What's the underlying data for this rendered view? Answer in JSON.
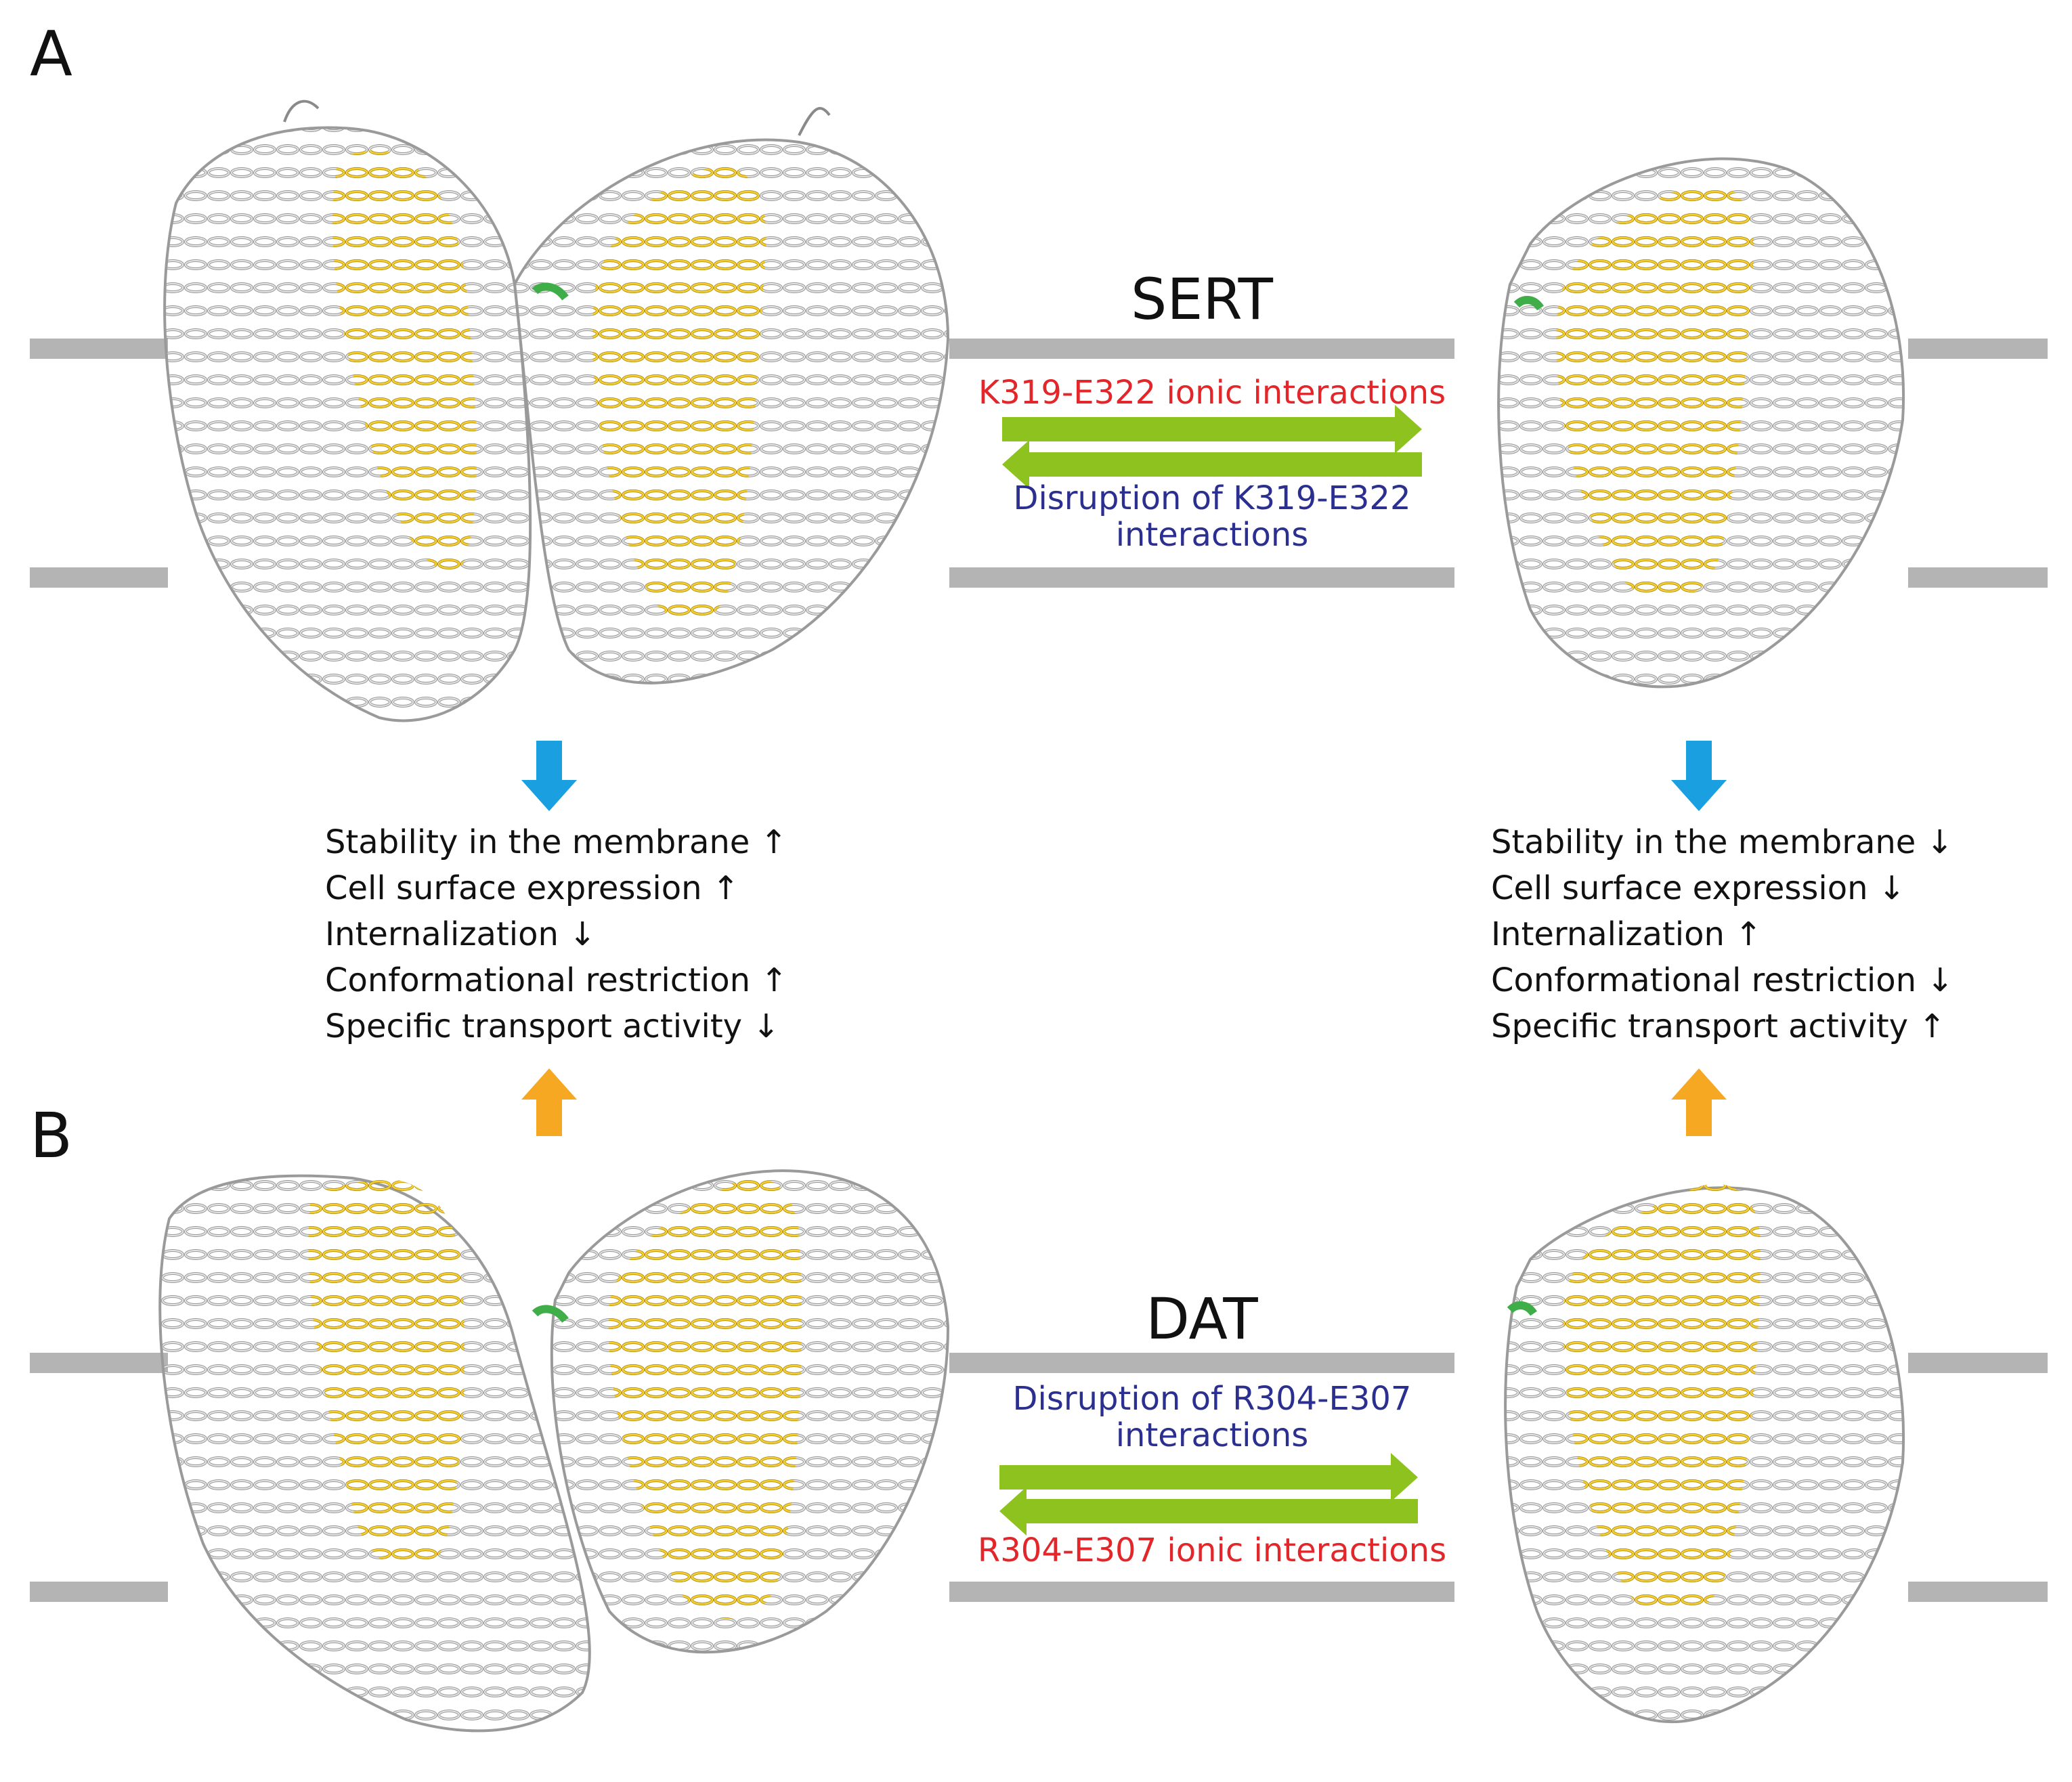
{
  "colors": {
    "membrane": "#b4b4b4",
    "helix_highlight": "#f2c21a",
    "helix_gray": "#d6d6d6",
    "residue_green": "#3fae49",
    "arrow_green": "#8dc21f",
    "arrow_blue": "#1aa0e0",
    "arrow_orange": "#f7a823",
    "text_red": "#e3262a",
    "text_blue": "#2b2f8f"
  },
  "panel_a": {
    "letter": "A",
    "transporter": "SERT",
    "forward_label": "K319-E322 ionic interactions",
    "reverse_label_line1": "Disruption of K319-E322",
    "reverse_label_line2": "interactions"
  },
  "panel_b": {
    "letter": "B",
    "transporter": "DAT",
    "top_label_line1": "Disruption of R304-E307",
    "top_label_line2": "interactions",
    "bottom_label": "R304-E307 ionic interactions"
  },
  "effects_left": [
    "Stability in the membrane ↑",
    "Cell surface expression ↑",
    "Internalization ↓",
    "Conformational restriction ↑",
    "Specific transport activity ↓"
  ],
  "effects_right": [
    "Stability in the membrane ↓",
    "Cell surface expression ↓",
    "Internalization ↑",
    "Conformational restriction ↓",
    "Specific transport activity ↑"
  ]
}
